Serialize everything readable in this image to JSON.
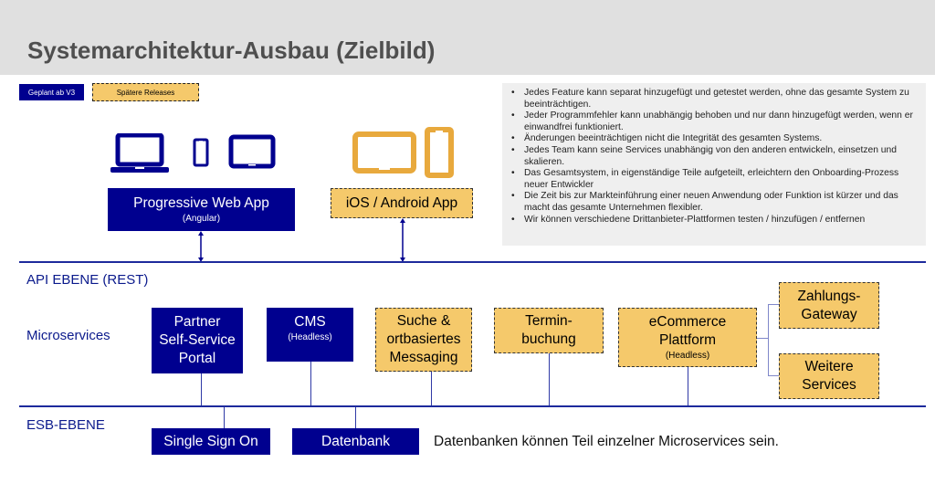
{
  "title": "Systemarchitektur-Ausbau (Zielbild)",
  "legend": {
    "planned_label": "Geplant ab V3",
    "later_label": "Spätere Releases",
    "planned_color": "#00008f",
    "later_color": "#f5c96b"
  },
  "benefits": [
    "Jedes Feature kann separat hinzugefügt und getestet werden, ohne das gesamte System zu beeinträchtigen.",
    "Jeder Programmfehler kann unabhängig behoben und nur dann hinzugefügt werden, wenn er einwandfrei funktioniert.",
    "Änderungen beeinträchtigen nicht die Integrität des gesamten Systems.",
    "Jedes Team kann seine Services unabhängig von den anderen entwickeln, einsetzen und skalieren.",
    "Das Gesamtsystem, in eigenständige Teile aufgeteilt, erleichtern den Onboarding-Prozess neuer Entwickler",
    "Die Zeit bis zur Markteinführung einer neuen Anwendung oder Funktion ist kürzer und das macht das gesamte Unternehmen flexibler.",
    "Wir können verschiedene Drittanbieter-Plattformen testen / hinzufügen / entfernen"
  ],
  "clients": {
    "pwa": {
      "title": "Progressive Web App",
      "subtitle": "(Angular)",
      "icons": [
        "laptop-icon",
        "smartphone-icon",
        "tablet-icon"
      ]
    },
    "native": {
      "title": "iOS / Android App",
      "icons": [
        "tablet-icon",
        "smartphone-icon"
      ]
    }
  },
  "layers": {
    "api": "API EBENE (REST)",
    "microservices": "Microservices",
    "esb": "ESB-EBENE"
  },
  "services": {
    "partner": {
      "lines": [
        "Partner",
        "Self-Service",
        "Portal"
      ],
      "status": "planned"
    },
    "cms": {
      "title": "CMS",
      "subtitle": "(Headless)",
      "status": "planned"
    },
    "suche": {
      "lines": [
        "Suche &",
        "ortbasiertes",
        "Messaging"
      ],
      "status": "later"
    },
    "termin": {
      "lines": [
        "Termin-",
        "buchung"
      ],
      "status": "later"
    },
    "ecommerce": {
      "lines": [
        "eCommerce",
        "Plattform"
      ],
      "subtitle": "(Headless)",
      "status": "later"
    },
    "zahlung": {
      "lines": [
        "Zahlungs-",
        "Gateway"
      ],
      "status": "later"
    },
    "weitere": {
      "lines": [
        "Weitere",
        "Services"
      ],
      "status": "later"
    }
  },
  "esb_components": {
    "sso": "Single Sign On",
    "db": "Datenbank"
  },
  "esb_note": "Datenbanken können Teil einzelner Microservices sein."
}
